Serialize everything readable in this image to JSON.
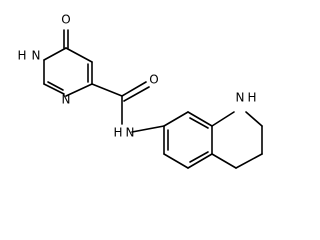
{
  "atom_labels": {
    "o1": "O",
    "n1h": "N",
    "h1": "H",
    "n3": "N",
    "o_amide": "O",
    "n_amide": "N",
    "h_amide": "H",
    "n_quin": "N",
    "h_quin": "H"
  }
}
